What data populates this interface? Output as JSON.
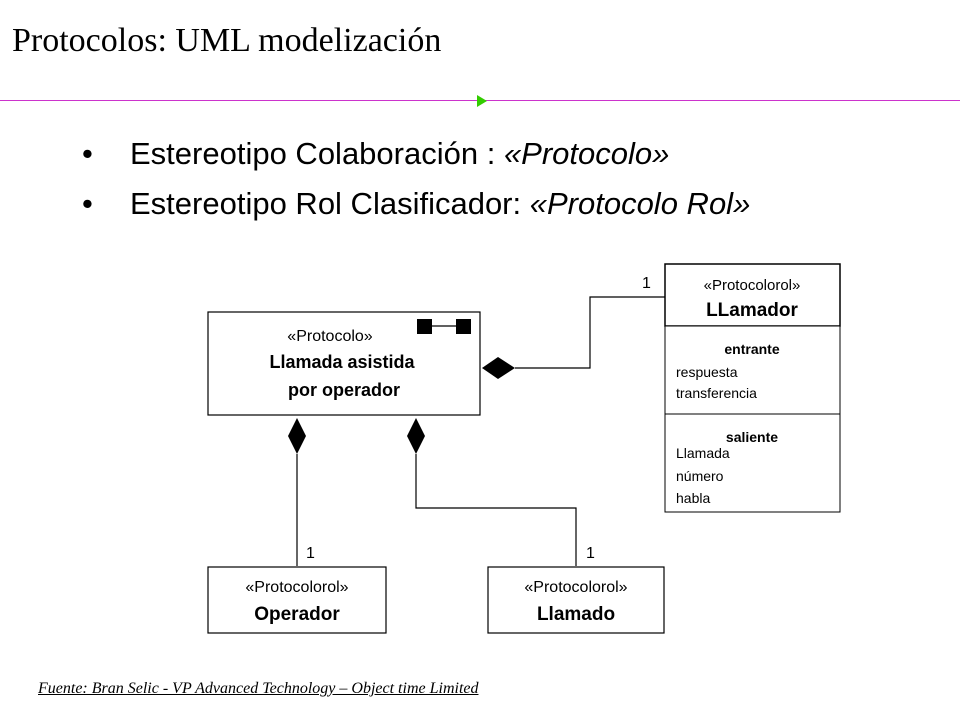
{
  "slide": {
    "title": "Protocolos: UML modelización",
    "bullets": [
      {
        "marker": "•",
        "text": "Estereotipo Colaboración : ",
        "emphasis": "«Protocolo»"
      },
      {
        "marker": "•",
        "text": "Estereotipo Rol Clasificador: ",
        "emphasis": "«Protocolo Rol»"
      }
    ],
    "footer": "Fuente: Bran Selic - VP Advanced Technology – Object time Limited"
  },
  "diagram": {
    "protocol": {
      "stereotype": "«Protocolo»",
      "name_line1": "Llamada asistida",
      "name_line2": "por operador"
    },
    "caller": {
      "stereotype": "«Protocolorol»",
      "name": "LLamador",
      "incoming_header": "entrante",
      "incoming": [
        "respuesta",
        "transferencia"
      ],
      "outgoing_header": "saliente",
      "outgoing": [
        "Llamada",
        "número",
        "habla"
      ]
    },
    "operator": {
      "stereotype": "«Protocolorol»",
      "name": "Operador"
    },
    "callee": {
      "stereotype": "«Protocolorol»",
      "name": "Llamado"
    },
    "multiplicities": {
      "caller": "1",
      "operator": "1",
      "callee": "1"
    }
  },
  "colors": {
    "rule": "#cc33cc",
    "arrow": "#33cc00"
  }
}
